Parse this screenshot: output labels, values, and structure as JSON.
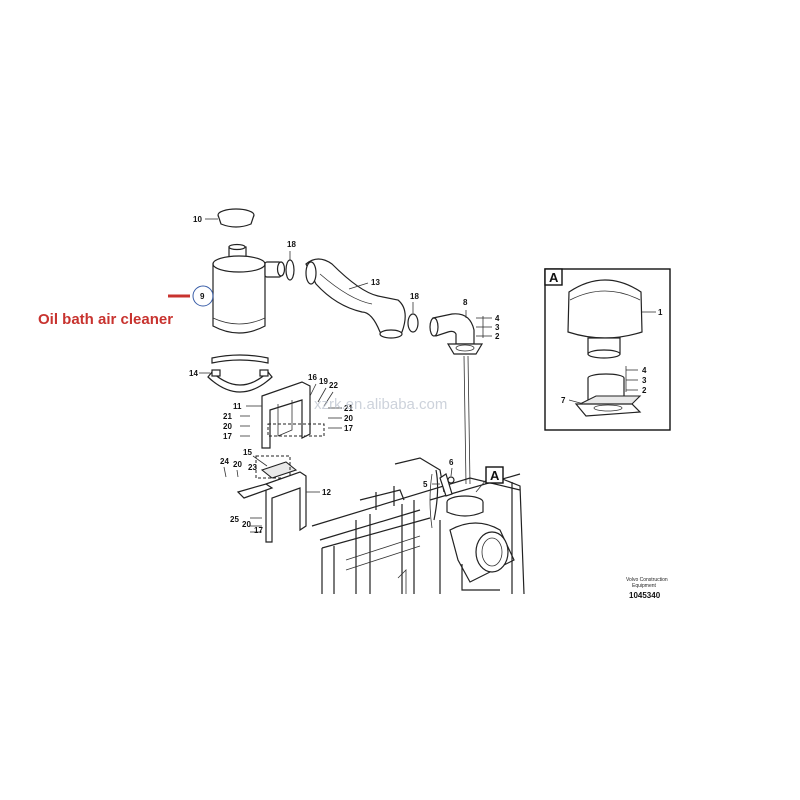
{
  "callout": {
    "text": "Oil bath air cleaner",
    "color": "#c8332f"
  },
  "watermark": "xzrk.en.alibaba.com",
  "brand": {
    "line1": "Volvo Construction",
    "line2": "Equipment"
  },
  "drawing_number": "1045340",
  "detail_letter": "A",
  "labels": {
    "n10": "10",
    "n9": "9",
    "n18a": "18",
    "n13": "13",
    "n18b": "18",
    "n8": "8",
    "n4a": "4",
    "n3a": "3",
    "n2a": "2",
    "n14": "14",
    "n16": "16",
    "n19": "19",
    "n22": "22",
    "n11": "11",
    "n21a": "21",
    "n20a": "20",
    "n17a": "17",
    "n21b": "21",
    "n20b": "20",
    "n17b": "17",
    "n15": "15",
    "n24": "24",
    "n20c": "20",
    "n23": "23",
    "n12": "12",
    "n25": "25",
    "n20d": "20",
    "n17c": "17",
    "n6": "6",
    "n5": "5",
    "d1": "1",
    "d4": "4",
    "d3": "3",
    "d2": "2",
    "d7": "7"
  }
}
